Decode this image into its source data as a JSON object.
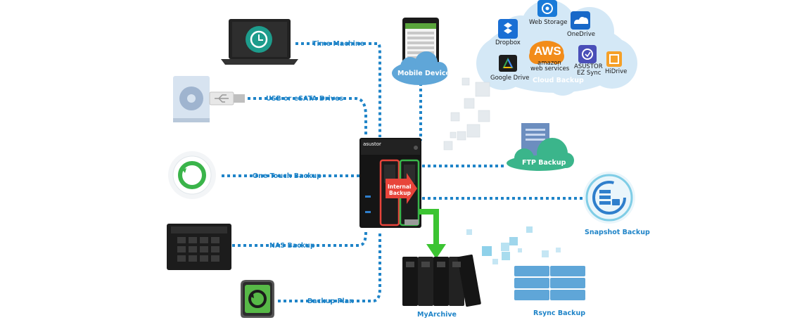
{
  "labels": {
    "time_machine": "Time Machine",
    "usb_esata": "USB or eSATA Drives",
    "one_touch": "One Touch Backup",
    "nas_backup": "NAS Backup",
    "backup_plan": "Backup Plan",
    "mobile_device": "Mobile Device",
    "ftp_backup": "FTP Backup",
    "snapshot_backup": "Snapshot Backup",
    "myarchive": "MyArchive",
    "rsync_backup": "Rsync Backup",
    "internal_backup_1": "Internal",
    "internal_backup_2": "Backup",
    "nas_brand": "asustor"
  },
  "cloud": {
    "title": "Cloud Backup",
    "services": {
      "dropbox": "Dropbox",
      "web_storage": "Web Storage",
      "onedrive": "OneDrive",
      "aws_logo": "AWS",
      "aws_line1": "amazon",
      "aws_line2": "web services",
      "google_drive": "Google Drive",
      "asustor_line1": "ASUSTOR",
      "asustor_line2": "EZ Sync",
      "hidrive": "HiDrive"
    }
  },
  "colors": {
    "connector": "#1f84c8",
    "cloud": "#d4e8f6",
    "highlight_red": "#e8443a",
    "highlight_green": "#39b54a"
  }
}
